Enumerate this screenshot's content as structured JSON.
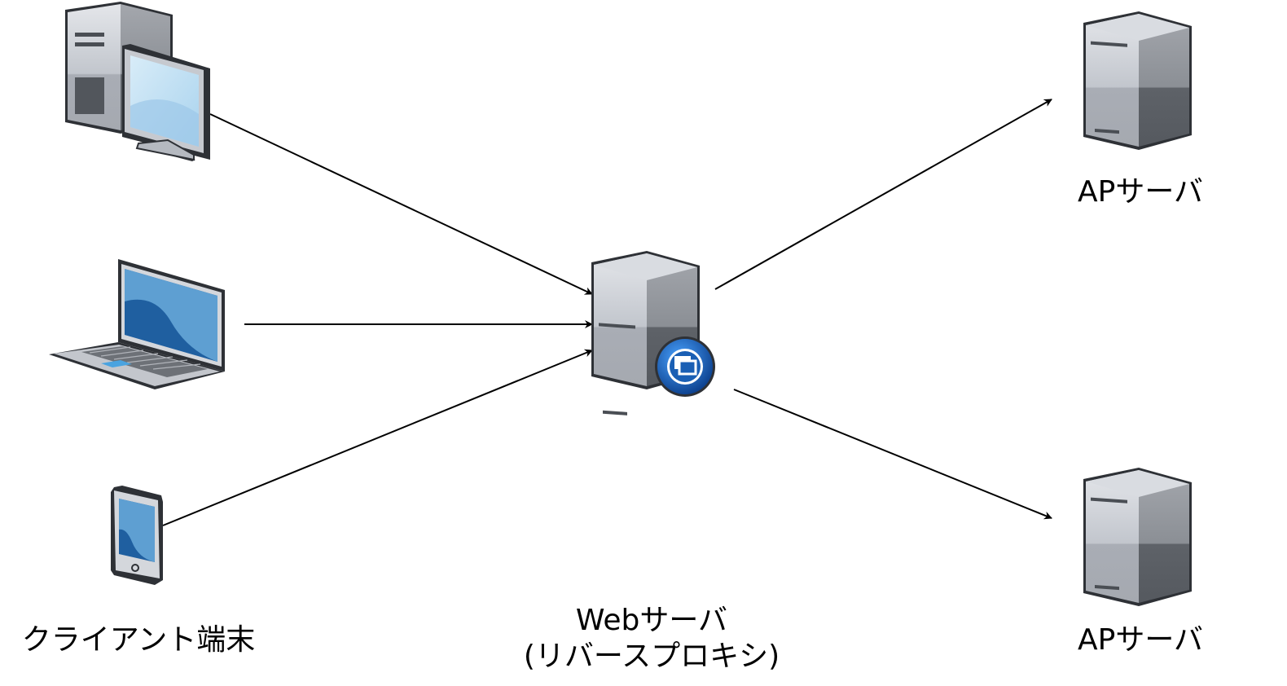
{
  "labels": {
    "client": "クライアント端末",
    "web_line1": "Webサーバ",
    "web_line2": "(リバースプロキシ)",
    "ap_server_1": "APサーバ",
    "ap_server_2": "APサーバ"
  },
  "nodes": [
    {
      "id": "desktop",
      "icon": "desktop-pc-icon"
    },
    {
      "id": "laptop",
      "icon": "laptop-icon"
    },
    {
      "id": "tablet",
      "icon": "tablet-icon"
    },
    {
      "id": "web-server",
      "icon": "server-with-proxy-badge-icon"
    },
    {
      "id": "ap-server-1",
      "icon": "server-icon"
    },
    {
      "id": "ap-server-2",
      "icon": "server-icon"
    }
  ],
  "edges": [
    {
      "from": "desktop",
      "to": "web-server"
    },
    {
      "from": "laptop",
      "to": "web-server"
    },
    {
      "from": "tablet",
      "to": "web-server"
    },
    {
      "from": "web-server",
      "to": "ap-server-1"
    },
    {
      "from": "web-server",
      "to": "ap-server-2"
    }
  ],
  "colors": {
    "server_light": "#cdd0d7",
    "server_mid": "#a5a9b0",
    "server_dark": "#5e6268",
    "screen_blue": "#5b9bd0",
    "screen_dark": "#1f5fa0",
    "badge_blue": "#1a5fb4",
    "edge": "#000000"
  }
}
